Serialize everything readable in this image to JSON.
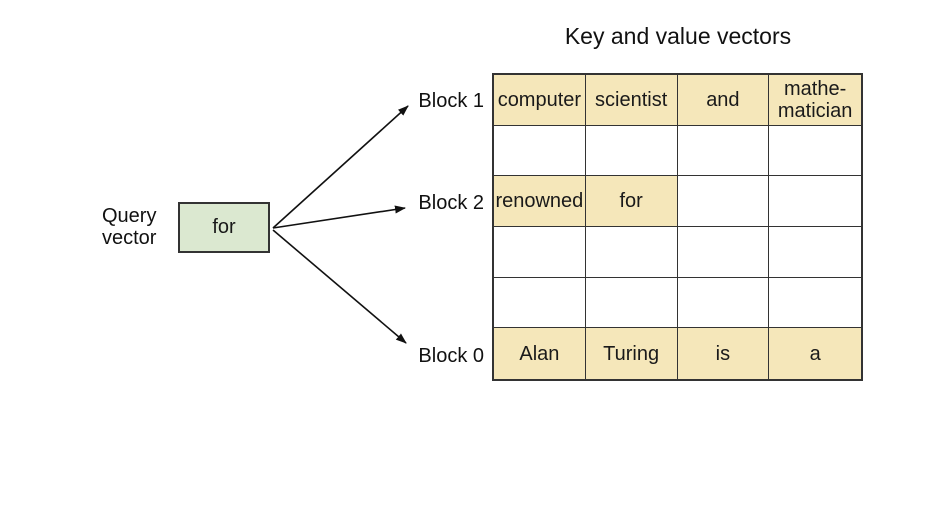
{
  "title": "Key and value vectors",
  "query": {
    "label": "Query\nvector",
    "value": "for"
  },
  "blocks": [
    {
      "label": "Block 1"
    },
    {
      "label": "Block 2"
    },
    {
      "label": "Block 0"
    }
  ],
  "table": {
    "columns": 4,
    "rows": [
      {
        "block": "Block 1",
        "cells": [
          "computer",
          "scientist",
          "and",
          "mathe-matician"
        ],
        "highlighted": [
          true,
          true,
          true,
          true
        ]
      },
      {
        "block": "",
        "cells": [
          "",
          "",
          "",
          ""
        ],
        "highlighted": [
          false,
          false,
          false,
          false
        ]
      },
      {
        "block": "Block 2",
        "cells": [
          "renowned",
          "for",
          "",
          ""
        ],
        "highlighted": [
          true,
          true,
          false,
          false
        ]
      },
      {
        "block": "",
        "cells": [
          "",
          "",
          "",
          ""
        ],
        "highlighted": [
          false,
          false,
          false,
          false
        ]
      },
      {
        "block": "",
        "cells": [
          "",
          "",
          "",
          ""
        ],
        "highlighted": [
          false,
          false,
          false,
          false
        ]
      },
      {
        "block": "Block 0",
        "cells": [
          "Alan",
          "Turing",
          "is",
          "a"
        ],
        "highlighted": [
          true,
          true,
          true,
          true
        ]
      }
    ]
  },
  "colors": {
    "highlight_fill": "#f5e7ba",
    "query_box_fill": "#dbe8d0",
    "border": "#333333",
    "arrow": "#111111"
  }
}
